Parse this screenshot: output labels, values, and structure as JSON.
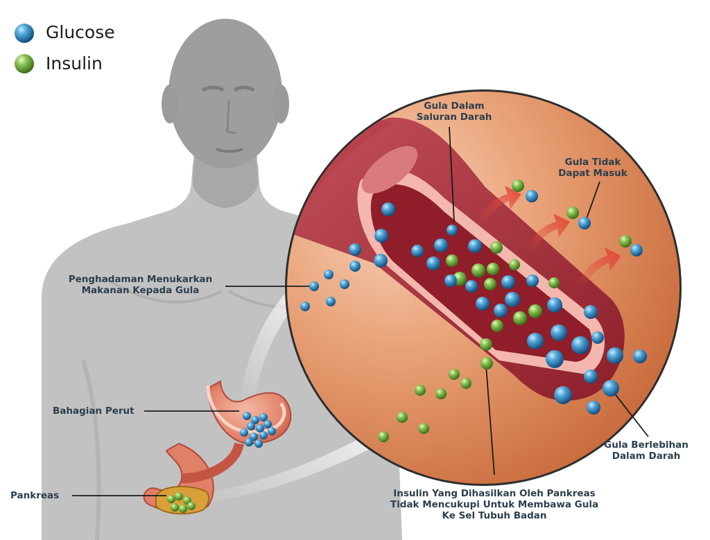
{
  "legend": {
    "glucose": "Glucose",
    "insulin": "Insulin"
  },
  "labels": {
    "blood_sugar": [
      "Gula Dalam",
      "Saluran Darah"
    ],
    "cannot_enter": [
      "Gula Tidak",
      "Dapat Masuk"
    ],
    "digestion": [
      "Penghadaman Menukarkan",
      "Makanan Kepada Gula"
    ],
    "stomach": "Bahagian Perut",
    "pancreas": "Pankreas",
    "excess": [
      "Gula Berlebihan",
      "Dalam Darah"
    ],
    "insulin_note": [
      "Insulin Yang Dihasilkan Oleh Pankreas",
      "Tidak Mencukupi Untuk Membawa Gula",
      "Ke Sel Tubuh Badan"
    ]
  },
  "colors": {
    "glucose": "#2f84b8",
    "insulin": "#6aaa3a",
    "silhouette": "#b3b3b3",
    "zoom_bg": "#e79e72",
    "artery": "#a8333c",
    "arrow_red": "#e2463a",
    "label_text": "#2c3e4d"
  }
}
